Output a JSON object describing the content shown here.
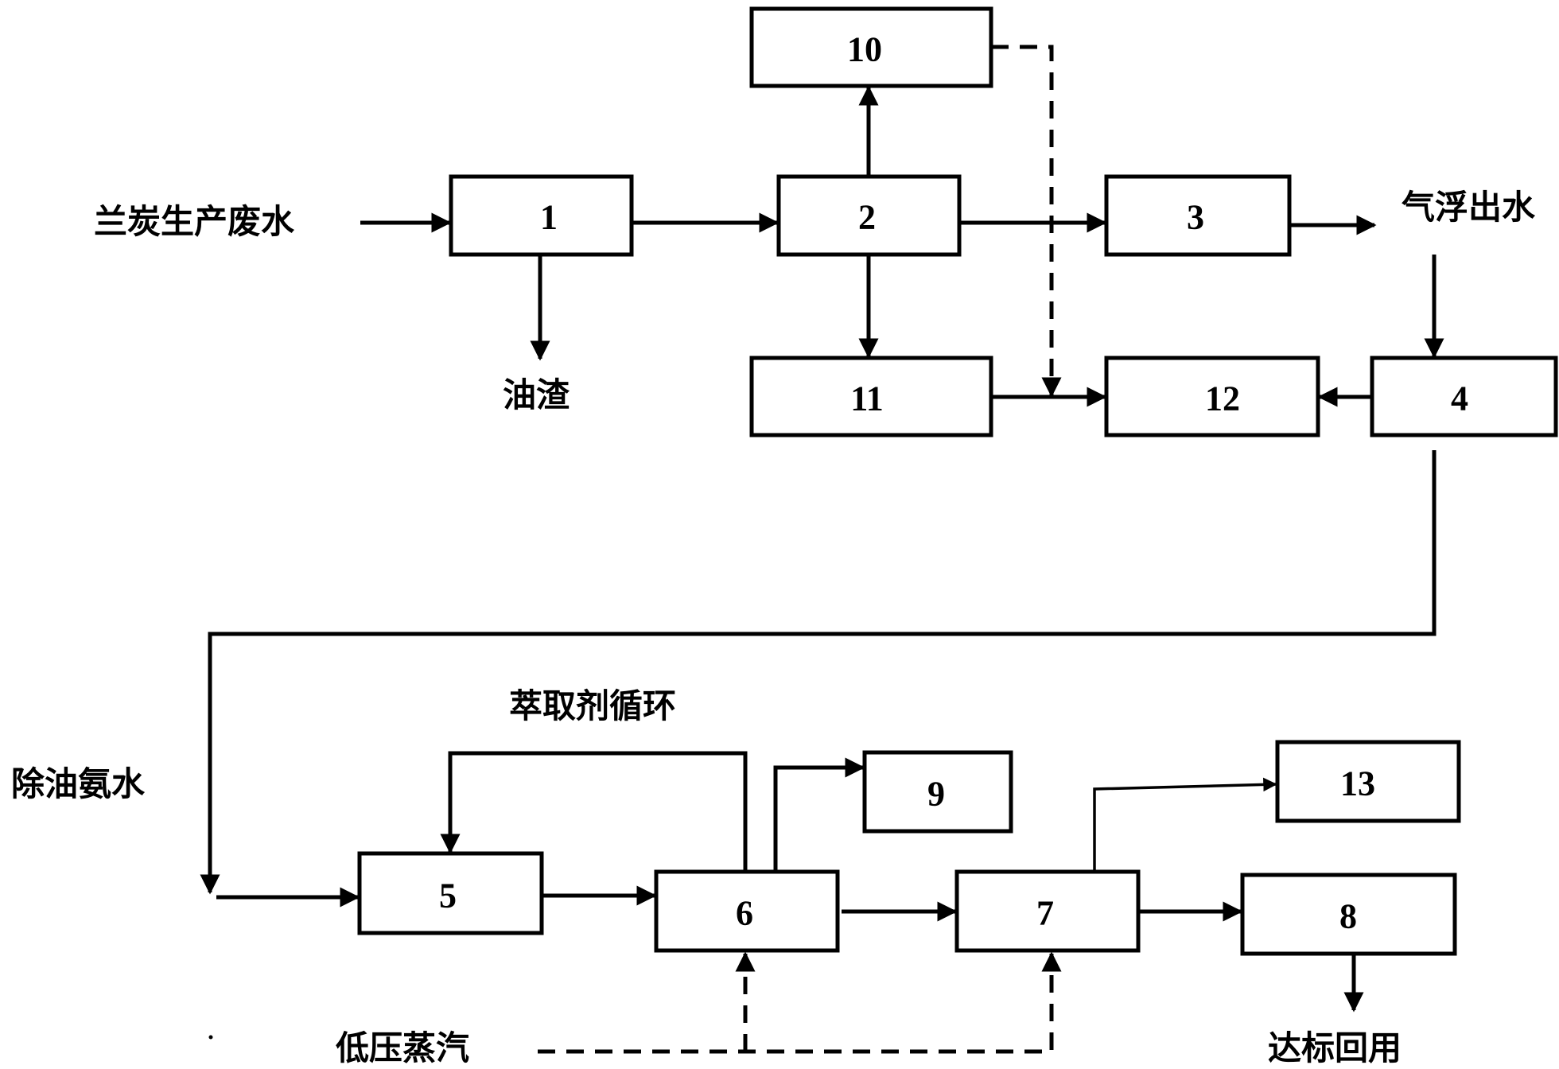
{
  "boxes": {
    "b1": "1",
    "b2": "2",
    "b3": "3",
    "b4": "4",
    "b5": "5",
    "b6": "6",
    "b7": "7",
    "b8": "8",
    "b9": "9",
    "b10": "10",
    "b11": "11",
    "b12": "12",
    "b13": "13"
  },
  "labels": {
    "input_wastewater": "兰炭生产废水",
    "oil_residue": "油渣",
    "flotation_effluent": "气浮出水",
    "deoiled_ammonia_water": "除油氨水",
    "extractant_cycle": "萃取剂循环",
    "low_pressure_steam": "低压蒸汽",
    "discharge_reuse": "达标回用"
  },
  "colors": {
    "stroke": "#000000",
    "background": "#ffffff"
  }
}
